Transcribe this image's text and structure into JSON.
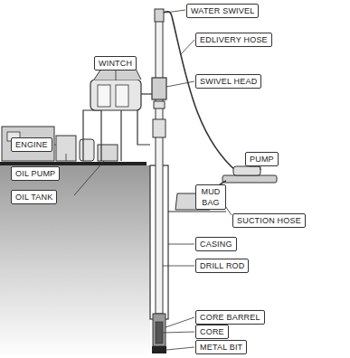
{
  "diagram": {
    "nodes": [
      {
        "text": [
          "WATER SWIVEL"
        ]
      },
      {
        "text": [
          "EDLIVERY HOSE"
        ]
      },
      {
        "text": [
          "WINTCH"
        ]
      },
      {
        "text": [
          "SWIVEL HEAD"
        ]
      },
      {
        "text": [
          "ENGINE"
        ]
      },
      {
        "text": [
          "PUMP"
        ]
      },
      {
        "text": [
          "MUD BAG"
        ]
      },
      {
        "text": [
          "OIL PUMP"
        ]
      },
      {
        "text": [
          "SUCTION HOSE"
        ]
      },
      {
        "text": [
          "OIL TANK"
        ]
      },
      {
        "text": [
          "CASING"
        ]
      },
      {
        "text": [
          "DRILL ROD"
        ]
      },
      {
        "text": [
          "CORE BARREL"
        ]
      },
      {
        "text": [
          "CORE"
        ]
      },
      {
        "text": [
          "METAL BIT"
        ]
      }
    ]
  }
}
